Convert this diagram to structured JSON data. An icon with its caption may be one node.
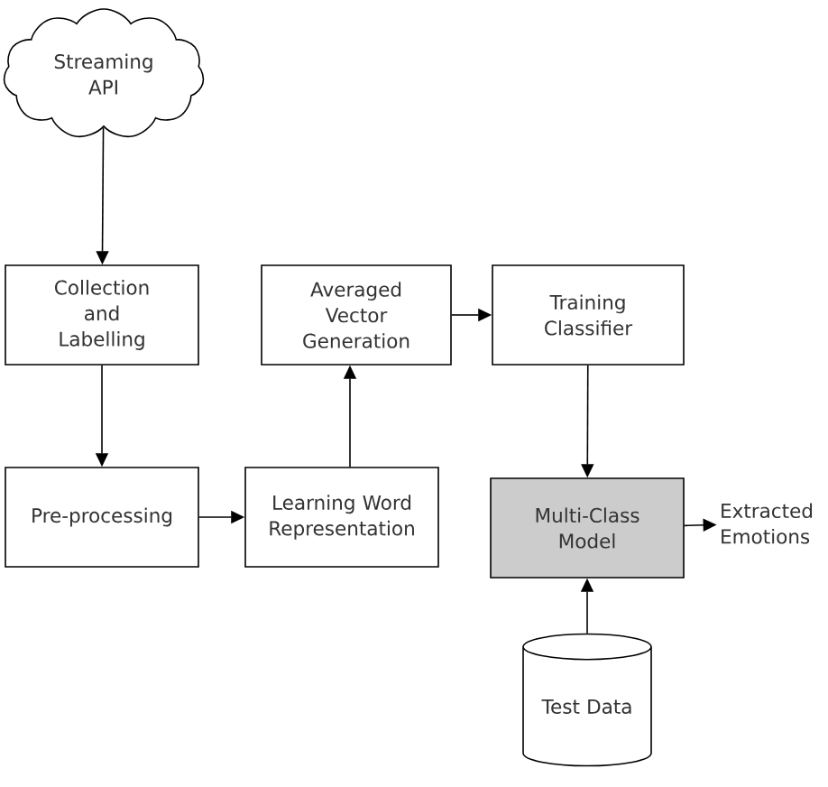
{
  "diagram": {
    "nodes": [
      {
        "text": [
          "Streaming API"
        ]
      },
      {
        "text": [
          "Collection and Labelling"
        ]
      },
      {
        "text": [
          "Averaged Vector Generation"
        ]
      },
      {
        "text": [
          "Training Classifier"
        ]
      },
      {
        "text": [
          "Pre-processing"
        ]
      },
      {
        "text": [
          "Learning Word Representation"
        ]
      },
      {
        "text": [
          "Multi-Class Model"
        ]
      },
      {
        "text": [
          "Extracted Emotions"
        ]
      },
      {
        "text": [
          "Test Data"
        ]
      }
    ],
    "edges": [
      {
        "from": 0,
        "to": 1,
        "arrow": "to"
      },
      {
        "from": 1,
        "to": 4,
        "arrow": "to"
      },
      {
        "from": 4,
        "to": 5,
        "arrow": "to"
      },
      {
        "from": 5,
        "to": 2,
        "arrow": "to"
      },
      {
        "from": 2,
        "to": 3,
        "arrow": "to"
      },
      {
        "from": 3,
        "to": 6,
        "arrow": "to"
      },
      {
        "from": 6,
        "to": 7,
        "arrow": "to"
      },
      {
        "from": 8,
        "to": 6,
        "arrow": "to"
      }
    ]
  }
}
